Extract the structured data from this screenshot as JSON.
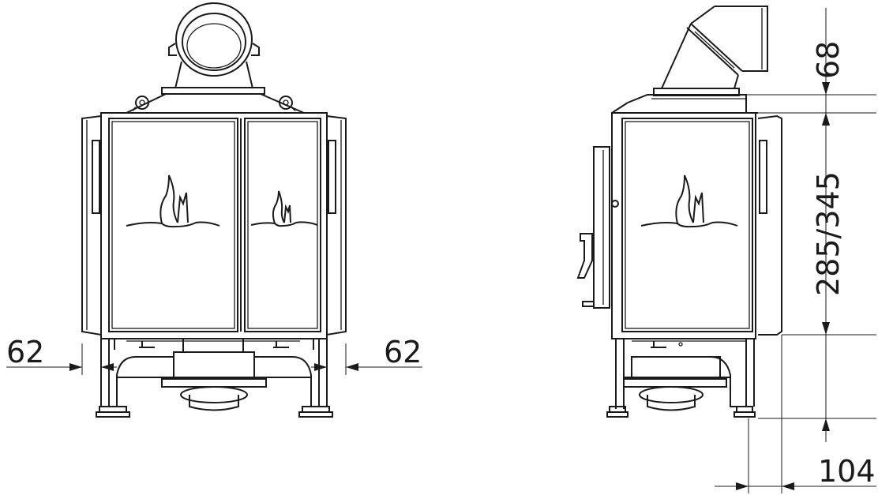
{
  "front_view": {
    "left_offset": "62",
    "right_offset": "62"
  },
  "side_view": {
    "top_dim": "68",
    "height_dim": "285/345",
    "bottom_dim": "104"
  }
}
